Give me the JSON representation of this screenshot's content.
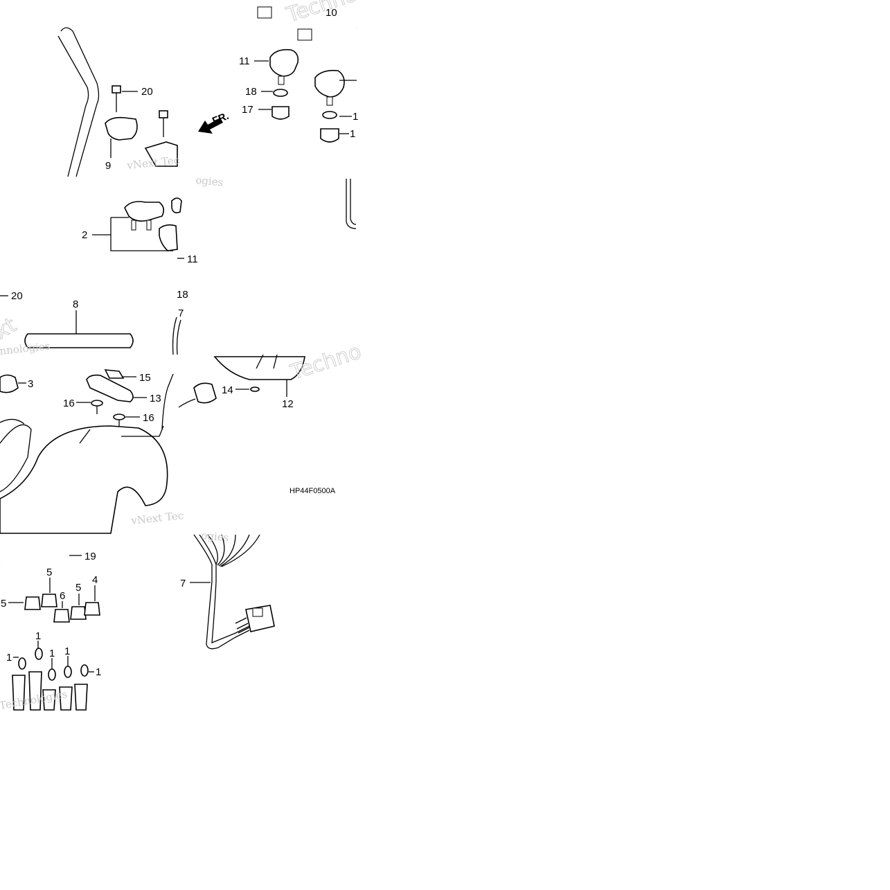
{
  "diagram": {
    "code": "HP44F0500A",
    "direction_label": "FR.",
    "watermarks": [
      "Techno",
      "vNext Tec",
      "ogies",
      "Techno",
      "xt",
      "nnologies",
      "vNext Tec",
      "ogies",
      "Technologies"
    ],
    "parts": [
      {
        "ref": "10"
      },
      {
        "ref": "11"
      },
      {
        "ref": "18"
      },
      {
        "ref": "17"
      },
      {
        "ref": "1"
      },
      {
        "ref": "1"
      },
      {
        "ref": "20"
      },
      {
        "ref": "9"
      },
      {
        "ref": "2"
      },
      {
        "ref": "11"
      },
      {
        "ref": "20"
      },
      {
        "ref": "8"
      },
      {
        "ref": "18"
      },
      {
        "ref": "7"
      },
      {
        "ref": "3"
      },
      {
        "ref": "15"
      },
      {
        "ref": "13"
      },
      {
        "ref": "16"
      },
      {
        "ref": "16"
      },
      {
        "ref": "14"
      },
      {
        "ref": "12"
      },
      {
        "ref": "19"
      },
      {
        "ref": "5"
      },
      {
        "ref": "5"
      },
      {
        "ref": "6"
      },
      {
        "ref": "5"
      },
      {
        "ref": "4"
      },
      {
        "ref": "7"
      },
      {
        "ref": "1"
      },
      {
        "ref": "1"
      },
      {
        "ref": "1"
      },
      {
        "ref": "1"
      },
      {
        "ref": "1"
      }
    ]
  }
}
